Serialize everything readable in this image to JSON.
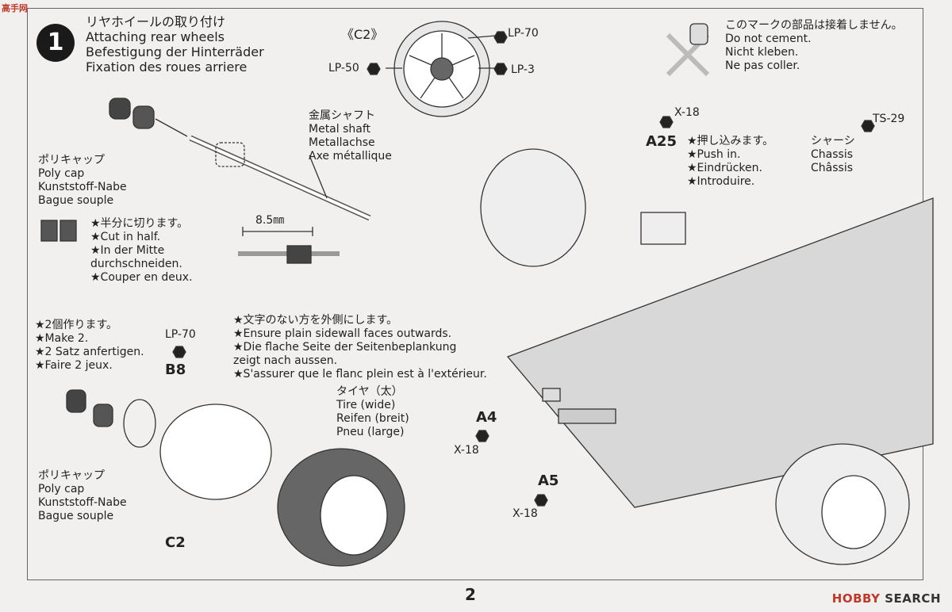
{
  "watermark_left": "高手网",
  "watermark_right": {
    "brand": "HOBBY",
    "rest": " SEARCH"
  },
  "step": {
    "number": "1",
    "title": [
      "リヤホイールの取り付け",
      "Attaching rear wheels",
      "Befestigung der Hinterräder",
      "Fixation des roues arriere"
    ]
  },
  "wheel_header": {
    "label": "《C2》",
    "paint": [
      "LP-70",
      "LP-50",
      "LP-3"
    ]
  },
  "no_cement": [
    "このマークの部品は接着しません。",
    "Do not cement.",
    "Nicht kleben.",
    "Ne pas coller."
  ],
  "metal_shaft": [
    "金属シャフト",
    "Metal shaft",
    "Metallachse",
    "Axe métallique"
  ],
  "poly_cap": [
    "ポリキャップ",
    "Poly cap",
    "Kunststoff-Nabe",
    "Bague souple"
  ],
  "cut_half": [
    "★半分に切ります。",
    "★Cut in half.",
    "★In der Mitte",
    "durchschneiden.",
    "★Couper en deux."
  ],
  "dimension": "8.5㎜",
  "make2": [
    "★2個作ります。",
    "★Make 2.",
    "★2 Satz anfertigen.",
    "★Faire 2 jeux."
  ],
  "b8": {
    "paint": "LP-70",
    "part": "B8"
  },
  "sidewall": [
    "★文字のない方を外側にします。",
    "★Ensure plain sidewall faces outwards.",
    "★Die flache Seite der Seitenbeplankung",
    "zeigt nach aussen.",
    "★S'assurer que le flanc plein est à l'extérieur."
  ],
  "tire": [
    "タイヤ（太）",
    "Tire (wide)",
    "Reifen (breit)",
    "Pneu (large)"
  ],
  "poly_cap2": [
    "ポリキャップ",
    "Poly cap",
    "Kunststoff-Nabe",
    "Bague souple"
  ],
  "c2_label": "C2",
  "a25": {
    "paint": "X-18",
    "part": "A25"
  },
  "push_in": [
    "★押し込みます。",
    "★Push in.",
    "★Eindrücken.",
    "★Introduire."
  ],
  "chassis": {
    "paint": "TS-29",
    "lines": [
      "シャーシ",
      "Chassis",
      "Châssis"
    ]
  },
  "a4": {
    "part": "A4",
    "paint": "X-18"
  },
  "a5": {
    "part": "A5",
    "paint": "X-18"
  },
  "page_number": "2"
}
